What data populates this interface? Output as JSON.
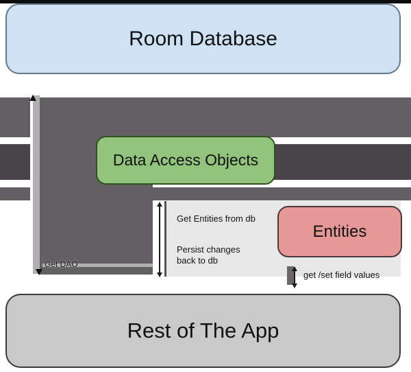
{
  "diagram": {
    "nodes": {
      "room_database": {
        "label": "Room Database"
      },
      "dao": {
        "label": "Data Access Objects"
      },
      "entities": {
        "label": "Entities"
      },
      "rest_of_app": {
        "label": "Rest of The App"
      }
    },
    "edges": {
      "get_dao": {
        "label": "Get DAO"
      },
      "get_entities": {
        "label": "Get Entities from db"
      },
      "persist": {
        "label": "Persist changes\nback to db"
      },
      "get_set": {
        "label": "get /set field values"
      }
    }
  },
  "colors": {
    "top_bar": "#0c0c0c",
    "band_dark": "#636063",
    "band_darker": "#494449",
    "strip": "#b0b0b0",
    "panel_fill": "#e7e7e7",
    "room_fill": "#cfe2f3",
    "room_border": "#64788c",
    "dao_fill": "#93c47d",
    "dao_border": "#30511f",
    "entities_fill": "#e69897",
    "entities_border": "#4a3a3a",
    "app_fill": "#c9c9c9",
    "app_border": "#3a3a3a"
  }
}
